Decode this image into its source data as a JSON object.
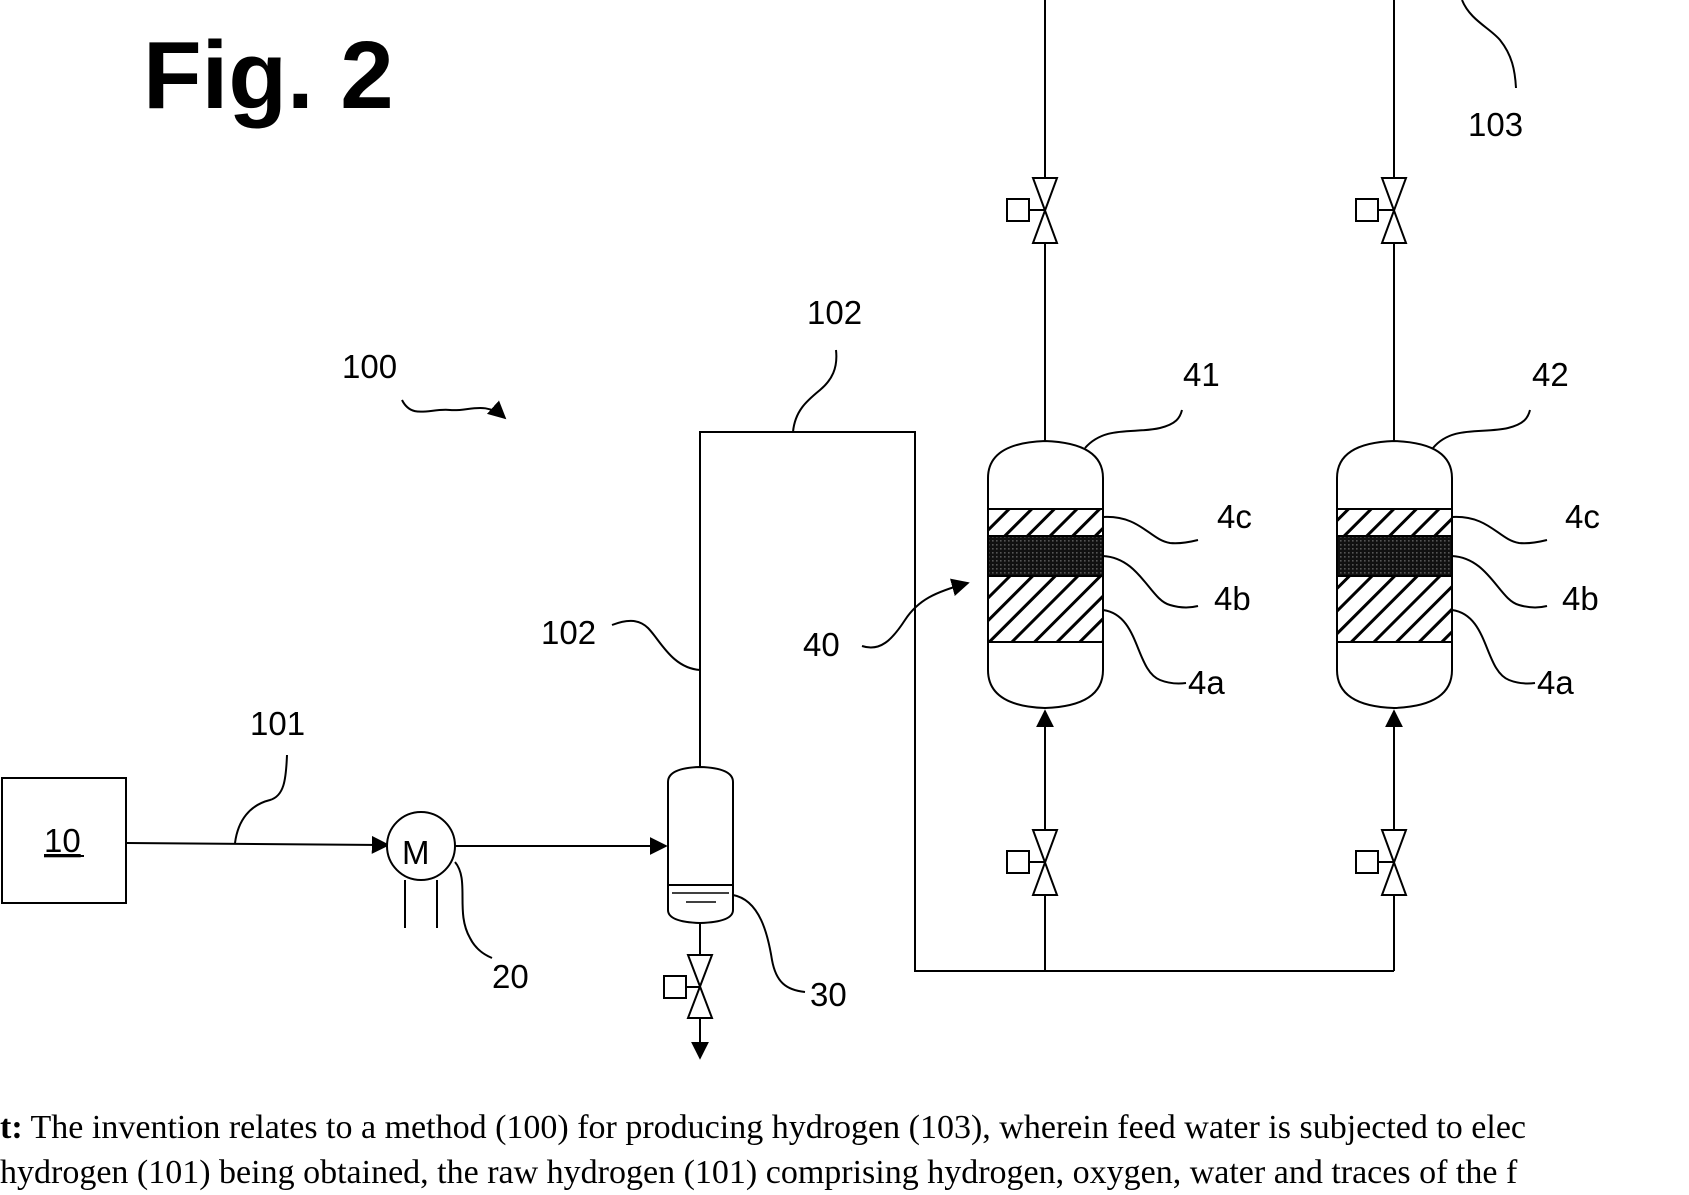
{
  "figure": {
    "title": "Fig. 2"
  },
  "labels": {
    "l100": "100",
    "l101": "101",
    "l102_top": "102",
    "l102_left": "102",
    "l103": "103",
    "l10": "10",
    "l20": "20",
    "l30": "30",
    "l40": "40",
    "l41": "41",
    "l42": "42",
    "r1_4c": "4c",
    "r1_4b": "4b",
    "r1_4a": "4a",
    "r2_4c": "4c",
    "r2_4b": "4b",
    "r2_4a": "4a",
    "motor": "M"
  },
  "abstract": {
    "lead": "t:",
    "line1": " The invention relates to a method (100) for producing hydrogen (103), wherein feed water is subjected to elec",
    "line2": "hydrogen (101) being obtained, the raw hydrogen (101) comprising hydrogen, oxygen, water and traces of the f"
  }
}
